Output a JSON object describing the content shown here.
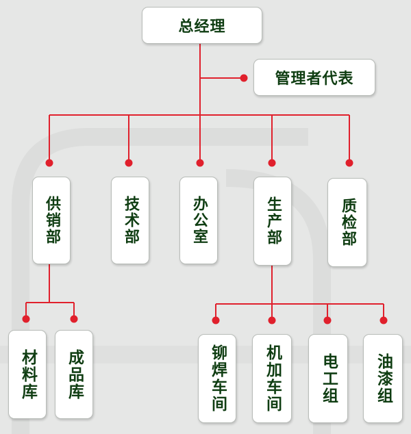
{
  "colors": {
    "line": "#e0202c",
    "text": "#0f3d12",
    "background": "#e6e7e6"
  },
  "nodes": {
    "gm": "总经理",
    "rep": "管理者代表",
    "supply": "供销部",
    "tech": "技术部",
    "office": "办公室",
    "production": "生产部",
    "quality": "质检部",
    "materials": "材料库",
    "finished": "成品库",
    "riveting": "铆焊车间",
    "machining": "机加车间",
    "electric": "电工组",
    "paint": "油漆组"
  }
}
